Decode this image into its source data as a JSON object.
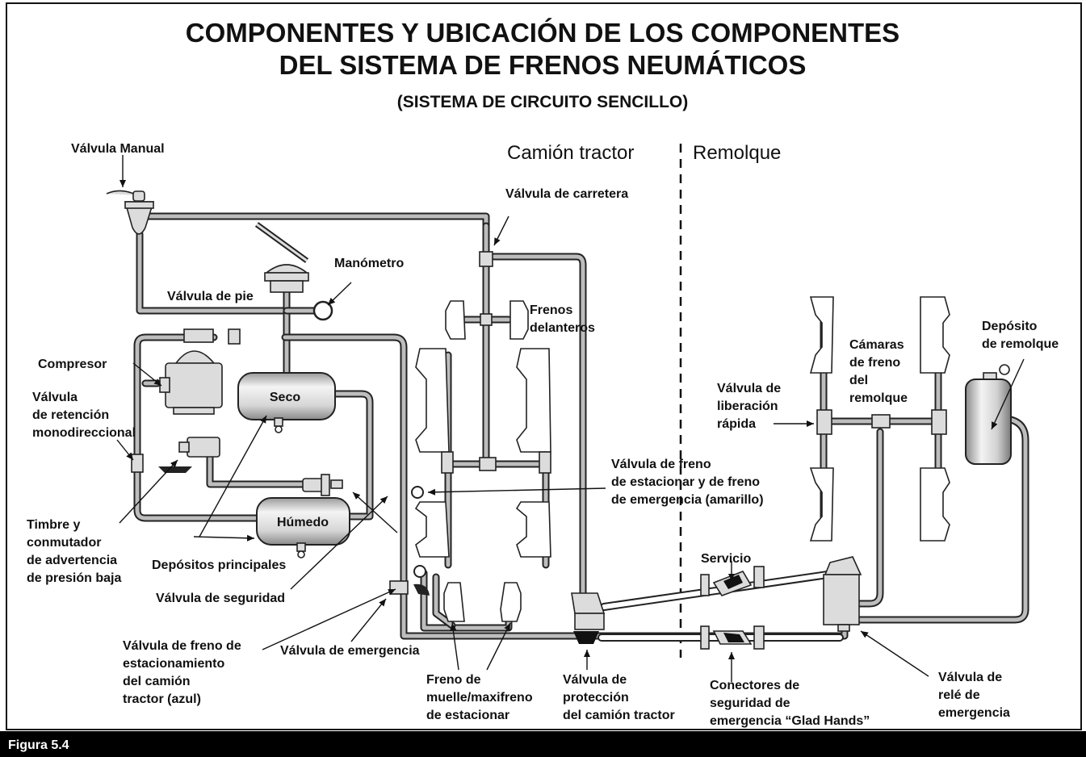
{
  "title": {
    "line1": "COMPONENTES Y UBICACIÓN DE LOS COMPONENTES",
    "line2": "DEL SISTEMA DE FRENOS NEUMÁTICOS",
    "subtitle": "(SISTEMA DE CIRCUITO SENCILLO)"
  },
  "sections": {
    "tractor": "Camión tractor",
    "trailer": "Remolque"
  },
  "tanks": {
    "dry": "Seco",
    "wet": "Húmedo"
  },
  "labels": {
    "valvula_manual": "Válvula Manual",
    "valvula_carretera": "Válvula de carretera",
    "manometro": "Manómetro",
    "valvula_pie": "Válvula de pie",
    "frenos_delanteros": [
      "Frenos",
      "delanteros"
    ],
    "compresor": "Compresor",
    "valvula_retencion": [
      "Válvula",
      "de retención",
      "monodireccional"
    ],
    "timbre": [
      "Timbre y",
      "conmutador",
      "de advertencia",
      "de presión baja"
    ],
    "depositos_principales": "Depósitos principales",
    "valvula_seguridad": "Válvula de seguridad",
    "freno_estacionar_amarillo": [
      "Válvula de freno",
      "de estacionar y de freno",
      "de emergencia (amarillo)"
    ],
    "freno_estacionamiento_azul": [
      "Válvula de freno de",
      "estacionamiento",
      "del camión",
      "tractor (azul)"
    ],
    "valvula_emergencia": "Válvula de emergencia",
    "freno_muelle": [
      "Freno de",
      "muelle/maxifreno",
      "de estacionar"
    ],
    "valvula_proteccion": [
      "Válvula de",
      "protección",
      "del camión tractor"
    ],
    "servicio": "Servicio",
    "conectores": [
      "Conectores de",
      "seguridad de",
      "emergencia “Glad Hands”"
    ],
    "valvula_rele": [
      "Válvula de",
      "relé de",
      "emergencia"
    ],
    "camaras_remolque": [
      "Cámaras",
      "de freno",
      "del",
      "remolque"
    ],
    "liberacion_rapida": [
      "Válvula de",
      "liberación",
      "rápida"
    ],
    "deposito_remolque": [
      "Depósito",
      "de remolque"
    ]
  },
  "footer": {
    "figure": "Figura 5.4"
  }
}
